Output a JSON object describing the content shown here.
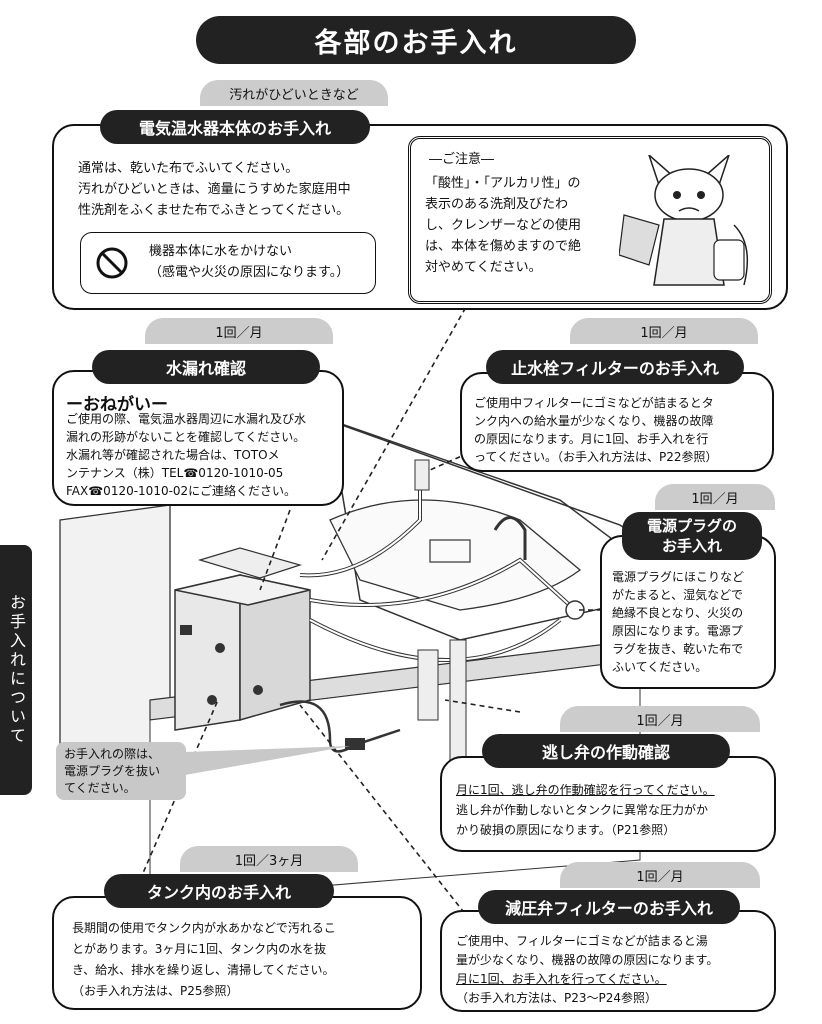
{
  "title": "各部のお手入れ",
  "side_tab": "お手入れについて",
  "body_section": {
    "tag": "汚れがひどいときなど",
    "heading": "電気温水器本体のお手入れ",
    "lines": [
      "通常は、乾いた布でふいてください。",
      "汚れがひどいときは、適量にうすめた家庭用中",
      "性洗剤をふくませた布でふきとってください。"
    ],
    "warning_lines": [
      "機器本体に水をかけない",
      "（感電や火災の原因になります。）"
    ]
  },
  "caution": {
    "heading": "―ご注意―",
    "lines": [
      "「酸性」・「アルカリ性」の",
      "表示のある洗剤及びたわ",
      "し、クレンザーなどの使用",
      "は、本体を傷めますので絶",
      "対やめてください。"
    ]
  },
  "leak": {
    "freq": "1回／月",
    "heading": "水漏れ確認",
    "request": "ーおねがいー",
    "lines": [
      "ご使用の際、電気温水器周辺に水漏れ及び水",
      "漏れの形跡がないことを確認してください。",
      "水漏れ等が確認された場合は、TOTOメ",
      "ンテナンス（株）TEL☎0120-1010-05",
      "FAX☎0120-1010-02にご連絡ください。"
    ]
  },
  "stopcock": {
    "freq": "1回／月",
    "heading": "止水栓フィルターのお手入れ",
    "lines": [
      "ご使用中フィルターにゴミなどが詰まるとタ",
      "ンク内への給水量が少なくなり、機器の故障",
      "の原因になります。月に1回、お手入れを行",
      "ってください。（お手入れ方法は、P22参照）"
    ]
  },
  "plug": {
    "freq": "1回／月",
    "heading_lines": [
      "電源プラグの",
      "お手入れ"
    ],
    "lines": [
      "電源プラグにほこりなど",
      "がたまると、湿気などで",
      "絶縁不良となり、火災の",
      "原因になります。電源プ",
      "ラグを抜き、乾いた布で",
      "ふいてください。"
    ]
  },
  "plug_note": {
    "lines": [
      "お手入れの際は、",
      "電源プラグを抜い",
      "てください。"
    ]
  },
  "relief": {
    "freq": "1回／月",
    "heading": "逃し弁の作動確認",
    "lines": [
      "月に1回、逃し弁の作動確認を行ってください。",
      "逃し弁が作動しないとタンクに異常な圧力がか",
      "かり破損の原因になります。（P21参照）"
    ]
  },
  "tank": {
    "freq": "1回／3ヶ月",
    "heading": "タンク内のお手入れ",
    "lines": [
      "長期間の使用でタンク内が水あかなどで汚れるこ",
      "とがあります。3ヶ月に1回、タンク内の水を抜",
      "き、給水、排水を繰り返し、清掃してください。",
      "（お手入れ方法は、P25参照）"
    ]
  },
  "reducer": {
    "freq": "1回／月",
    "heading": "減圧弁フィルターのお手入れ",
    "lines": [
      "ご使用中、フィルターにゴミなどが詰まると湯",
      "量が少なくなり、機器の故障の原因になります。",
      "月に1回、お手入れを行ってください。",
      "（お手入れ方法は、P23〜P24参照）"
    ]
  },
  "colors": {
    "dark": "#222222",
    "tag_gray": "#cccccc",
    "note_gray": "#c8c8c8"
  }
}
